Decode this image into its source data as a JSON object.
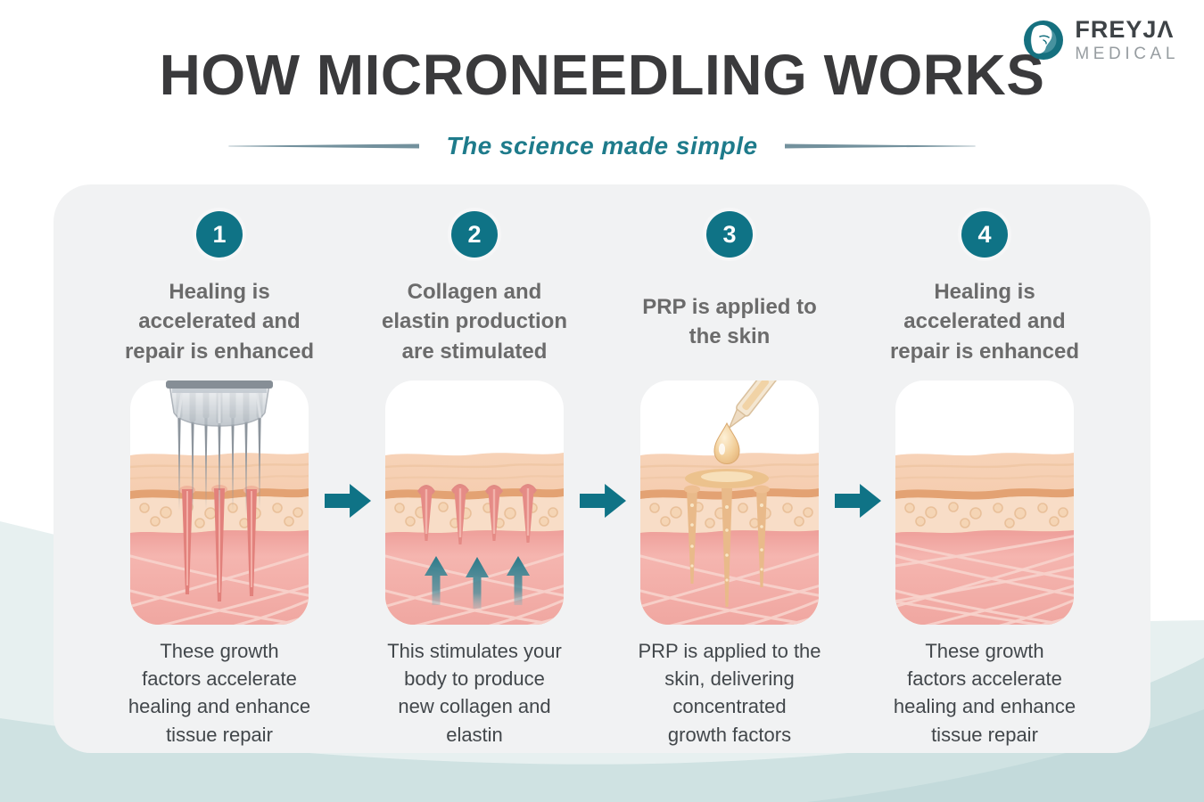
{
  "header": {
    "title": "HOW MICRONEEDLING WORKS",
    "subtitle": "The science made simple"
  },
  "logo": {
    "brand": "FREYJΛ",
    "suffix": "MEDICAL"
  },
  "steps": [
    {
      "number": "1",
      "heading": "Healing is\naccelerated and\nrepair is enhanced",
      "caption": "These growth\nfactors accelerate\nhealing and enhance\ntissue repair",
      "illustration": "microneedling-device-penetrating-skin"
    },
    {
      "number": "2",
      "heading": "Collagen and\nelastin production\nare stimulated",
      "caption": "This stimulates your\nbody to produce\nnew collagen and\nelastin",
      "illustration": "skin-microchannels-with-upward-arrows"
    },
    {
      "number": "3",
      "heading": "PRP is applied to\nthe skin",
      "caption": "PRP is applied to the\nskin, delivering\nconcentrated\ngrowth factors",
      "illustration": "dropper-applying-prp-serum-to-skin"
    },
    {
      "number": "4",
      "heading": "Healing is\naccelerated and\nrepair is enhanced",
      "caption": "These growth\nfactors accelerate\nhealing and enhance\ntissue repair",
      "illustration": "healed-skin-cross-section"
    }
  ],
  "colors": {
    "teal_accent": "#0f7386",
    "subtitle_teal": "#1e7b8b",
    "title_gray": "#3a3a3c",
    "heading_gray": "#6b6b6b",
    "caption_gray": "#42474b",
    "panel_gray": "#f1f2f3",
    "wave_light": "#e7f0f0",
    "wave_mid": "#cfe2e2",
    "wave_dark": "#c3dadb"
  }
}
